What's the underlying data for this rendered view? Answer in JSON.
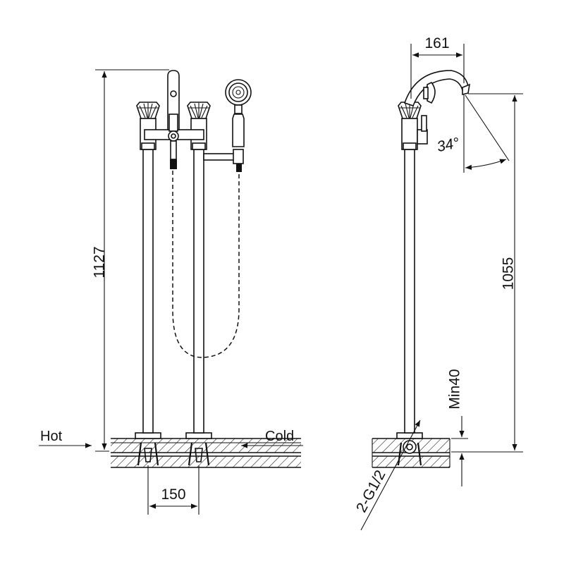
{
  "labels": {
    "hot": "Hot",
    "cold": "Cold",
    "angle": "34°",
    "inlet_thread": "2-G1/2"
  },
  "dimensions": {
    "overall_height": "1127",
    "spout_height": "1055",
    "spout_reach": "161",
    "inlet_spacing": "150",
    "min_depth": "Min40"
  },
  "colors": {
    "line": "#111111",
    "background": "#ffffff"
  }
}
